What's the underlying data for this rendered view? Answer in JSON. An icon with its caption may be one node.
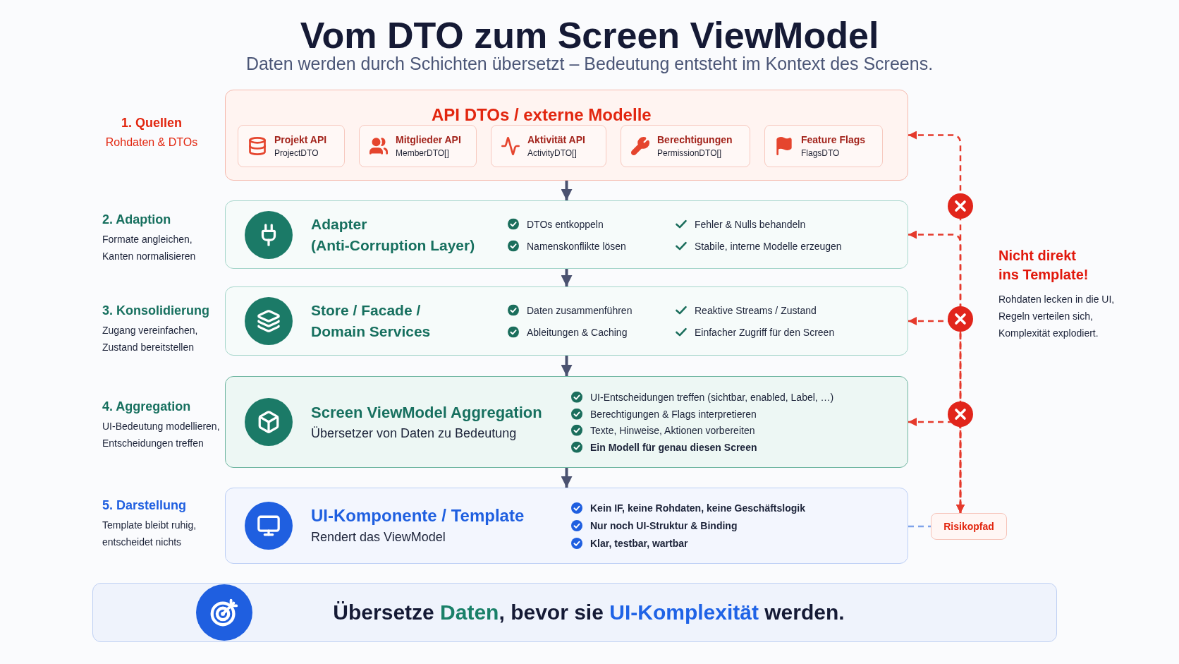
{
  "diagram": {
    "title": "Vom DTO zum Screen ViewModel",
    "nodes": [
      {
        "text": [
          "API DTOs / externe Modelle"
        ],
        "beside": [
          "1. Quellen",
          "Rohdaten & DTOs"
        ]
      },
      {
        "text": [
          "Projekt API",
          "ProjectDTO"
        ],
        "in": 0
      },
      {
        "text": [
          "Mitglieder API",
          "MemberDTO[]"
        ],
        "in": 0
      },
      {
        "text": [
          "Aktivität API",
          "ActivityDTO[]"
        ],
        "in": 0
      },
      {
        "text": [
          "Berechtigungen",
          "PermissionDTO[]"
        ],
        "in": 0
      },
      {
        "text": [
          "Feature Flags",
          "FlagsDTO"
        ],
        "in": 0
      },
      {
        "text": [
          "Adapter (Anti-Corruption Layer)",
          "DTOs entkoppeln",
          "Namenskonflikte lösen",
          "Fehler & Nulls behandeln",
          "Stabile, interne Modelle erzeugen"
        ],
        "beside": [
          "2. Adaption",
          "Formate angleichen, Kanten normalisieren"
        ]
      },
      {
        "text": [
          "Store / Facade / Domain Services",
          "Daten zusammenführen",
          "Ableitungen & Caching",
          "Reaktive Streams / Zustand",
          "Einfacher Zugriff für den Screen"
        ],
        "beside": [
          "3. Konsolidierung",
          "Zugang vereinfachen, Zustand bereitstellen"
        ]
      },
      {
        "text": [
          "Screen ViewModel Aggregation",
          "Übersetzer von Daten zu Bedeutung",
          "UI-Entscheidungen treffen (sichtbar, enabled, Label, …)",
          "Berechtigungen & Flags interpretieren",
          "Texte, Hinweise, Aktionen vorbereiten",
          "Ein Modell für genau diesen Screen"
        ],
        "beside": [
          "4. Aggregation",
          "UI-Bedeutung modellieren, Entscheidungen treffen"
        ]
      },
      {
        "text": [
          "UI-Komponente / Template",
          "Rendert das ViewModel",
          "Kein IF, keine Rohdaten, keine Geschäftslogik",
          "Nur noch UI-Struktur & Binding",
          "Klar, testbar, wartbar"
        ],
        "beside": [
          "5. Darstellung",
          "Template bleibt ruhig, entscheidet nichts"
        ]
      },
      {
        "text": [
          "Risikopfad"
        ]
      },
      {
        "text": [
          "Übersetze Daten, bevor sie UI-Komplexität werden."
        ]
      }
    ],
    "edges": [
      {
        "from": 0,
        "to": 6,
        "arrow": "to"
      },
      {
        "from": 6,
        "to": 7,
        "arrow": "to"
      },
      {
        "from": 7,
        "to": 8,
        "arrow": "to"
      },
      {
        "from": 8,
        "to": 9,
        "arrow": "to"
      },
      {
        "from": 0,
        "to": 10,
        "arrow": "both",
        "style": "dashed",
        "color": "#e53a2c"
      },
      {
        "from": 6,
        "to": 10,
        "arrow": "both",
        "style": "dashed",
        "color": "#e53a2c"
      },
      {
        "from": 7,
        "to": 10,
        "arrow": "both",
        "style": "dashed",
        "color": "#e53a2c"
      },
      {
        "from": 8,
        "to": 10,
        "arrow": "both",
        "style": "dashed",
        "color": "#e53a2c"
      },
      {
        "from": 9,
        "to": 10,
        "arrow": "none",
        "style": "dashed",
        "color": "#7ea3ea"
      }
    ],
    "labels": [
      "Daten werden durch Schichten übersetzt – Bedeutung entsteht im Kontext des Screens.",
      "Nicht direkt ins Template!",
      "Rohdaten lecken in die UI, Regeln verteilen sich, Komplexität explodiert."
    ]
  }
}
